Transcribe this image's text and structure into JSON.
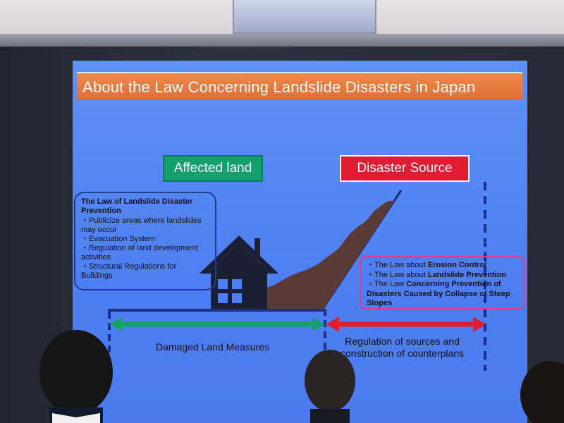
{
  "title": "About the Law Concerning Landslide Disasters in Japan",
  "tags": {
    "affected": "Affected land",
    "source": "Disaster Source"
  },
  "left_box": {
    "heading": "The Law of Landslide Disaster Prevention",
    "items": [
      "・Publicize areas where landslides may occur",
      "・Evacuation System",
      "・Regulation of land development activities",
      "・Structural Regulations for Buildings"
    ]
  },
  "right_box": {
    "items": [
      {
        "pre": "・The Law about ",
        "bold": "Erosion Control"
      },
      {
        "pre": "・The Law about ",
        "bold": "Landslide Prevention"
      },
      {
        "pre": "・The Law ",
        "bold": "Concerning Prevention of Disasters Caused by Collapse of Steep Slopes"
      }
    ]
  },
  "labels": {
    "left": "Damaged Land Measures",
    "right_line1": "Regulation of sources and",
    "right_line2": "construction of counterplans"
  },
  "colors": {
    "slide_blue": "#4d7ff2",
    "title_orange": "#e06e34",
    "green": "#13a06a",
    "red": "#e11b30",
    "navy": "#1f2e8e",
    "soil": "#5a3a34"
  }
}
